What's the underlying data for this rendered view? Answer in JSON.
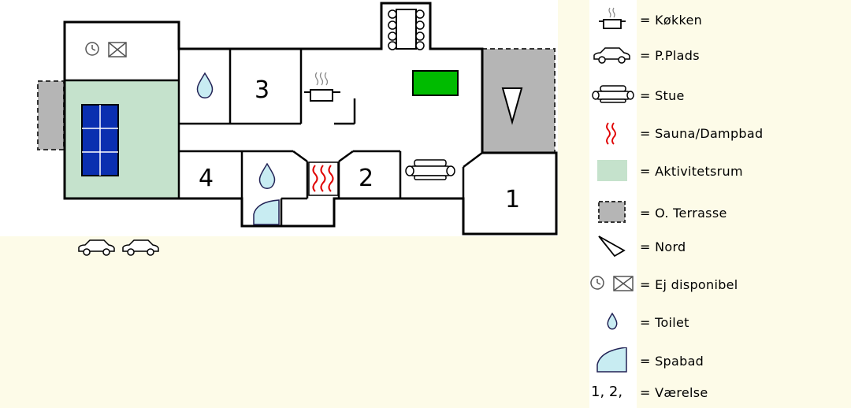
{
  "floor_plan": {
    "rooms": [
      {
        "id": "room-1",
        "number": "1"
      },
      {
        "id": "room-2",
        "number": "2"
      },
      {
        "id": "room-3",
        "number": "3"
      },
      {
        "id": "room-4",
        "number": "4"
      }
    ]
  },
  "legend": {
    "items": [
      {
        "icon": "kitchen-pot-icon",
        "label": "= Køkken"
      },
      {
        "icon": "car-icon",
        "label": "= P.Plads"
      },
      {
        "icon": "sofa-icon",
        "label": "= Stue"
      },
      {
        "icon": "sauna-steam-icon",
        "label": "= Sauna/Dampbad"
      },
      {
        "icon": "activity-room-swatch",
        "label": "= Aktivitetsrum"
      },
      {
        "icon": "terrace-swatch",
        "label": "= O. Terrasse"
      },
      {
        "icon": "north-arrow-icon",
        "label": "= Nord"
      },
      {
        "icon": "unavailable-icon",
        "label": "= Ej disponibel"
      },
      {
        "icon": "toilet-drop-icon",
        "label": "= Toilet"
      },
      {
        "icon": "spa-bath-icon",
        "label": "= Spabad"
      },
      {
        "icon": "room-numbers",
        "label": "= Værelse",
        "prefix": "1, 2,"
      }
    ]
  },
  "colors": {
    "activity_room": "#c5e2cc",
    "terrace": "#b5b5b5",
    "toilet_water": "#c8ecf2",
    "pool_table": "#00bb00",
    "window": "#0a2fb0",
    "sauna_heat": "#e00000"
  }
}
